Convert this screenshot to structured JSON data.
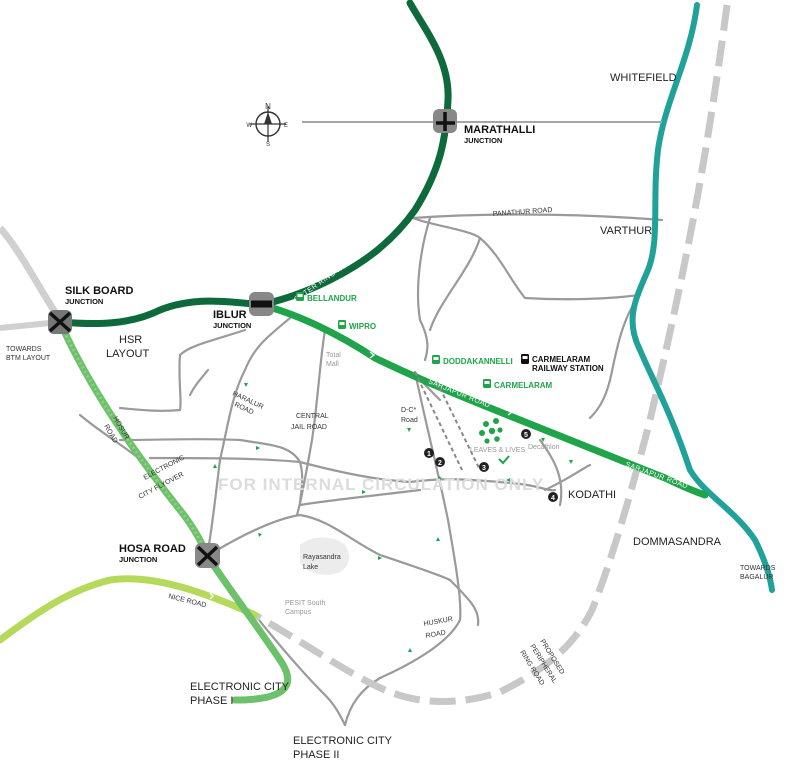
{
  "colors": {
    "outer_ring_road": "#0f6a3b",
    "sarjapur_road": "#1fa44a",
    "hosur_road": "#6cc16a",
    "nice_road": "#b5d95a",
    "whitefield_line": "#20a29a",
    "peripheral_ring_road": "#bdbdbd",
    "minor_road": "#9a9a9a",
    "junction_block": "#555555",
    "watermark": "#dcdcdc"
  },
  "compass": {
    "n": "N",
    "s": "S",
    "e": "E",
    "w": "W"
  },
  "watermark": "FOR INTERNAL CIRCULATION ONLY",
  "junctions": {
    "marathalli": {
      "title": "MARATHALLI",
      "sub": "JUNCTION"
    },
    "silk_board": {
      "title": "SILK BOARD",
      "sub": "JUNCTION"
    },
    "iblur": {
      "title": "IBLUR",
      "sub": "JUNCTION"
    },
    "hosa_road": {
      "title": "HOSA ROAD",
      "sub": "JUNCTION"
    }
  },
  "places": {
    "whitefield": "WHITEFIELD",
    "varthur": "VARTHUR",
    "hsr_line1": "HSR",
    "hsr_line2": "LAYOUT",
    "kodathi": "KODATHI",
    "dommasandra": "DOMMASANDRA",
    "ecity1_line1": "ELECTRONIC CITY",
    "ecity1_line2": "PHASE I",
    "ecity2_line1": "ELECTRONIC CITY",
    "ecity2_line2": "PHASE II",
    "towards_btm_line1": "TOWARDS",
    "towards_btm_line2": "BTM LAYOUT",
    "towards_bagalur_line1": "TOWARDS",
    "towards_bagalur_line2": "BAGALUR"
  },
  "roads": {
    "outer_ring_road": "OUTER RING ROAD",
    "sarjapur_road_1": "SARJAPUR ROAD",
    "sarjapur_road_2": "SARJAPUR ROAD",
    "panathur_road": "PANATHUR ROAD",
    "nice_road": "NICE ROAD",
    "hosur_road_line1": "HOSUR",
    "hosur_road_line2": "ROAD",
    "ecity_flyover_line1": "ELECTRONIC",
    "ecity_flyover_line2": "CITY FLYOVER",
    "haralur_line1": "HARALUR",
    "haralur_line2": "ROAD",
    "central_jail_line1": "CENTRAL",
    "central_jail_line2": "JAIL ROAD",
    "dc_road_line1": "D-C* ",
    "dc_road_line2": "Road",
    "huskur_line1": "HUSKUR",
    "huskur_line2": "ROAD",
    "peripheral_line1": "PROPOSED",
    "peripheral_line2": "PERIPHERAL",
    "peripheral_line3": "RING ROAD"
  },
  "pois": {
    "bellandur": "BELLANDUR",
    "wipro": "WIPRO",
    "doddakannelli": "DODDAKANNELLI",
    "carmelaram": "CARMELARAM",
    "carmelaram_station_line1": "CARMELARAM",
    "carmelaram_station_line2": "RAILWAY STATION",
    "total_mall_line1": "Total",
    "total_mall_line2": "Mall",
    "decathlon": "Decathlon",
    "leaves_lives": "LEAVES & LIVES",
    "rayasandra_line1": "Rayasandra",
    "rayasandra_line2": "Lake",
    "pesit_line1": "PESIT South",
    "pesit_line2": "Campus"
  },
  "markers": [
    "1",
    "2",
    "3",
    "4",
    "5"
  ],
  "icons": [
    "compass-icon",
    "bus-stop-icon",
    "train-icon",
    "project-logo-icon",
    "location-pin-icon",
    "direction-arrow-icon"
  ]
}
